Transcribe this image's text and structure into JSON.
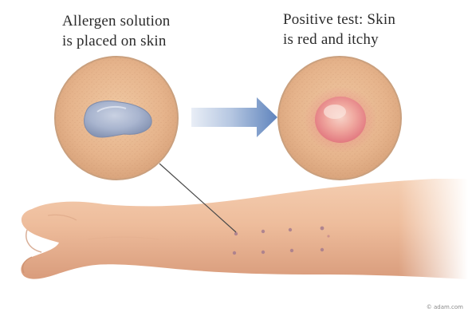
{
  "captions": {
    "left_line1": "Allergen solution",
    "left_line2": "is placed on skin",
    "right_line1": "Positive test: Skin",
    "right_line2": "is red and itchy"
  },
  "credit": "© adam.com",
  "icons": {
    "left_circle": "skin-with-allergen-drop-icon",
    "right_circle": "skin-with-red-wheal-icon",
    "arrow": "right-arrow-icon",
    "arm": "forearm-illustration",
    "test_sites": "skin-test-dots"
  },
  "colors": {
    "skin_tone": "#e8b890",
    "circle_border": "#caa07e",
    "allergen_drop": "#a9b6cf",
    "wheal_red": "#e67b7c",
    "arrow_blue": "#6d8fc3",
    "caption_text": "#2b2b2b"
  }
}
